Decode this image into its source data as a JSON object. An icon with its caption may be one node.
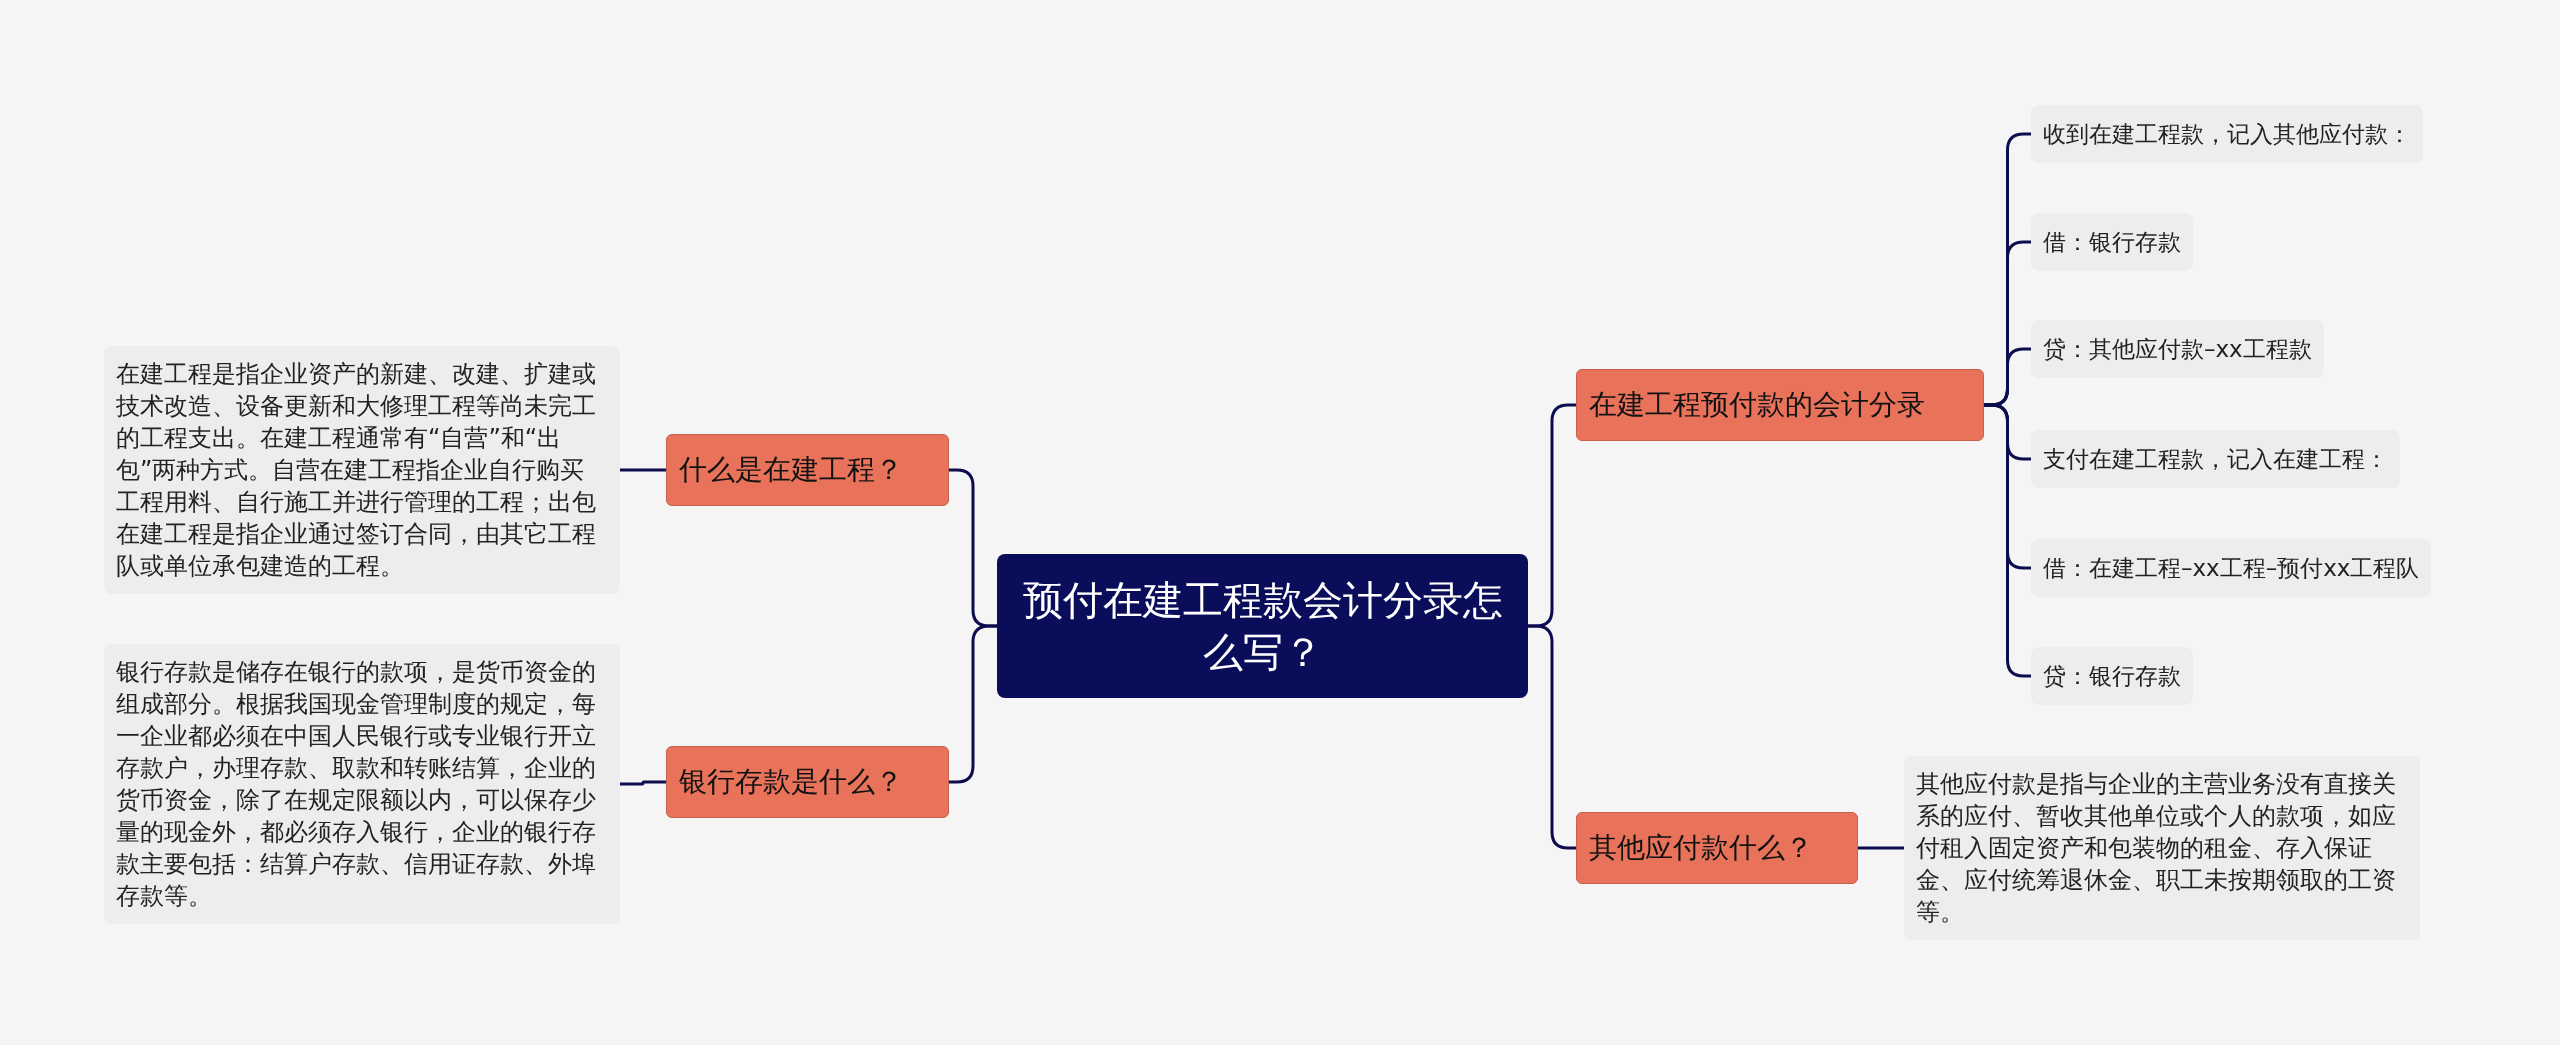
{
  "diagram": {
    "nodes": [
      {
        "text": [
          "预付在建工程款会计分录怎么写？"
        ]
      },
      {
        "text": [
          "什么是在建工程？"
        ]
      },
      {
        "text": [
          "在建工程是指企业资产的新建、改建、扩建或技术改造、设备更新和大修理工程等尚未完工的工程支出。在建工程通常有“自营”和“出包”两种方式。自营在建工程指企业自行购买工程用料、自行施工并进行管理的工程；出包在建工程是指企业通过签订合同，由其它工程队或单位承包建造的工程。"
        ]
      },
      {
        "text": [
          "银行存款是什么？"
        ]
      },
      {
        "text": [
          "银行存款是储存在银行的款项，是货币资金的组成部分。根据我国现金管理制度的规定，每一企业都必须在中国人民银行或专业银行开立存款户，办理存款、取款和转账结算，企业的货币资金，除了在规定限额以内，可以保存少量的现金外，都必须存入银行，企业的银行存款主要包括：结算户存款、信用证存款、外埠存款等。"
        ]
      },
      {
        "text": [
          "在建工程预付款的会计分录"
        ]
      },
      {
        "text": [
          "收到在建工程款，记入其他应付款："
        ]
      },
      {
        "text": [
          "借：银行存款"
        ]
      },
      {
        "text": [
          "贷：其他应付款–xx工程款"
        ]
      },
      {
        "text": [
          "支付在建工程款，记入在建工程："
        ]
      },
      {
        "text": [
          "借：在建工程–xx工程–预付xx工程队"
        ]
      },
      {
        "text": [
          "贷：银行存款"
        ]
      },
      {
        "text": [
          "其他应付款什么？"
        ]
      },
      {
        "text": [
          "其他应付款是指与企业的主营业务没有直接关系的应付、暂收其他单位或个人的款项，如应付租入固定资产和包装物的租金、存入保证金、应付统筹退休金、职工未按期领取的工资等。"
        ]
      }
    ],
    "edges": [
      {
        "from": 0,
        "to": 1,
        "arrow": "none"
      },
      {
        "from": 1,
        "to": 2,
        "arrow": "none"
      },
      {
        "from": 0,
        "to": 3,
        "arrow": "none"
      },
      {
        "from": 3,
        "to": 4,
        "arrow": "none"
      },
      {
        "from": 0,
        "to": 5,
        "arrow": "none"
      },
      {
        "from": 5,
        "to": 6,
        "arrow": "none"
      },
      {
        "from": 5,
        "to": 7,
        "arrow": "none"
      },
      {
        "from": 5,
        "to": 8,
        "arrow": "none"
      },
      {
        "from": 5,
        "to": 9,
        "arrow": "none"
      },
      {
        "from": 5,
        "to": 10,
        "arrow": "none"
      },
      {
        "from": 5,
        "to": 11,
        "arrow": "none"
      },
      {
        "from": 0,
        "to": 12,
        "arrow": "none"
      },
      {
        "from": 12,
        "to": 13,
        "arrow": "none"
      }
    ]
  }
}
